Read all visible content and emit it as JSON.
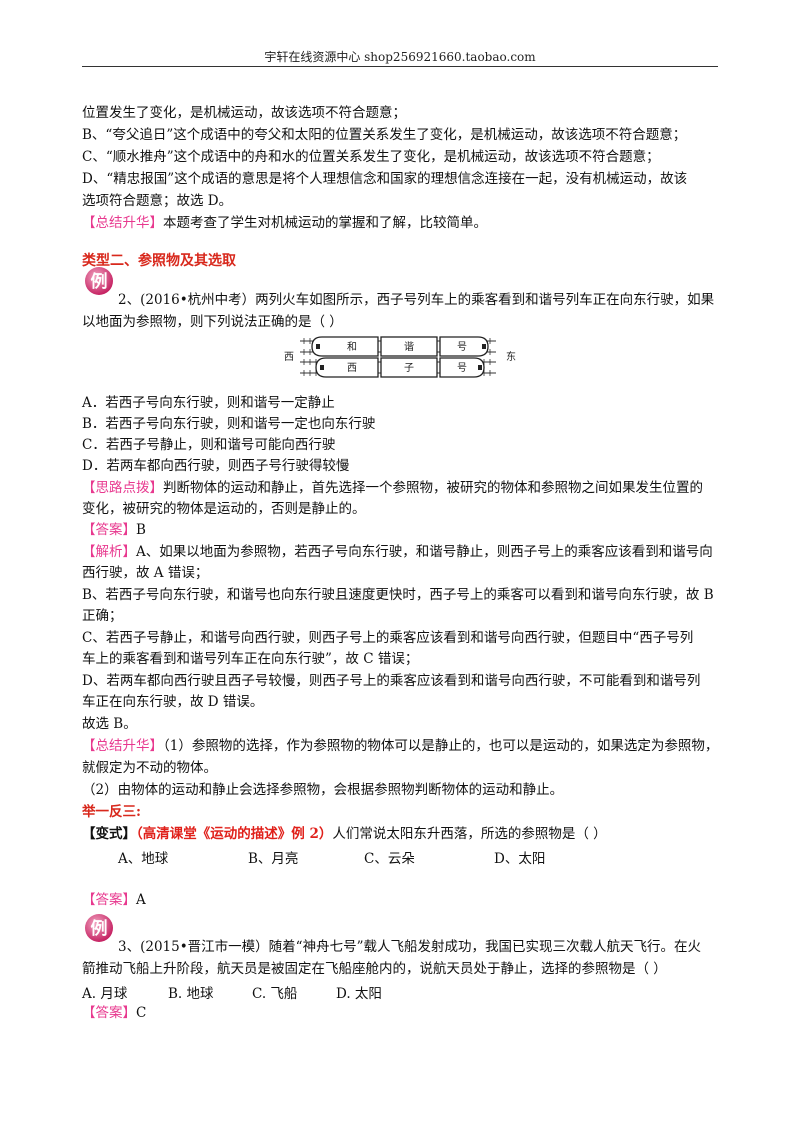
{
  "header": {
    "text": "宇轩在线资源中心  shop256921660.taobao.com"
  },
  "intro": {
    "l1": "位置发生了变化，是机械运动，故该选项不符合题意；",
    "l2": "B、“夸父追日”这个成语中的夸父和太阳的位置关系发生了变化，是机械运动，故该选项不符合题意；",
    "l3": "C、“顺水推舟”这个成语中的舟和水的位置关系发生了变化，是机械运动，故该选项不符合题意；",
    "l4": "D、“精忠报国”这个成语的意思是将个人理想信念和国家的理想信念连接在一起，没有机械运动，故该",
    "l5": "选项符合题意；故选 D。",
    "summary_tag": "【总结升华】",
    "summary_text": "本题考查了学生对机械运动的掌握和了解，比较简单。"
  },
  "section_title": "类型二、参照物及其选取",
  "example_glyph": "例",
  "q2": {
    "l1": "2、(2016•杭州中考）两列火车如图所示，西子号列车上的乘客看到和谐号列车正在向东行驶，如果",
    "l2": "以地面为参照物，则下列说法正确的是（        ）",
    "fig": {
      "west": "西",
      "east": "东",
      "top_cars": [
        "和",
        "谐",
        "号"
      ],
      "bottom_cars": [
        "西",
        "子",
        "号"
      ]
    },
    "options": [
      "A．若西子号向东行驶，则和谐号一定静止",
      "B．若西子号向东行驶，则和谐号一定也向东行驶",
      "C．若西子号静止，则和谐号可能向西行驶",
      "D．若两车都向西行驶，则西子号行驶得较慢"
    ],
    "hint_tag": "【思路点拨】",
    "hint_l1": "判断物体的运动和静止，首先选择一个参照物，被研究的物体和参照物之间如果发生位置的",
    "hint_l2": "变化，被研究的物体是运动的，否则是静止的。",
    "answer_tag": "【答案】",
    "answer": "B",
    "analysis_tag": "【解析】",
    "analysis": [
      "A、如果以地面为参照物，若西子号向东行驶，和谐号静止，则西子号上的乘客应该看到和谐号向",
      "西行驶，故 A 错误；",
      "B、若西子号向东行驶，和谐号也向东行驶且速度更快时，西子号上的乘客可以看到和谐号向东行驶，故 B",
      "正确；",
      "C、若西子号静止，和谐号向西行驶，则西子号上的乘客应该看到和谐号向西行驶，但题目中“西子号列",
      "车上的乘客看到和谐号列车正在向东行驶”，故 C 错误；",
      "D、若两车都向西行驶且西子号较慢，则西子号上的乘客应该看到和谐号向西行驶，不可能看到和谐号列",
      "车正在向东行驶，故 D 错误。",
      "故选 B。"
    ],
    "summary_tag": "【总结升华】",
    "summary_l1": "（1）参照物的选择，作为参照物的物体可以是静止的，也可以是运动的，如果选定为参照物，",
    "summary_l2": "就假定为不动的物体。",
    "summary_l3": "（2）由物体的运动和静止会选择参照物，会根据参照物判断物体的运动和静止。"
  },
  "practice": {
    "title": "举一反三:",
    "variant_tag": "【变式】",
    "variant_source": "（高清课堂《运动的描述》例 2）",
    "variant_text": "人们常说太阳东升西落，所选的参照物是（     ）",
    "options": [
      "A、地球",
      "B、月亮",
      "C、云朵",
      "D、太阳"
    ],
    "answer_tag": "【答案】",
    "answer": "A"
  },
  "q3": {
    "l1": "3、(2015•晋江市一模）随着“神舟七号”载人飞船发射成功，我国已实现三次载人航天飞行。在火",
    "l2": "箭推动飞船上升阶段，航天员是被固定在飞船座舱内的，说航天员处于静止，选择的参照物是（        ）",
    "options": [
      "A.   月球",
      "B.   地球",
      "C.   飞船",
      "D.   太阳"
    ],
    "answer_tag": "【答案】",
    "answer": "C"
  },
  "colors": {
    "tag": "#e8398f",
    "section": "#d8281c",
    "accent_red": "#e0201a"
  }
}
